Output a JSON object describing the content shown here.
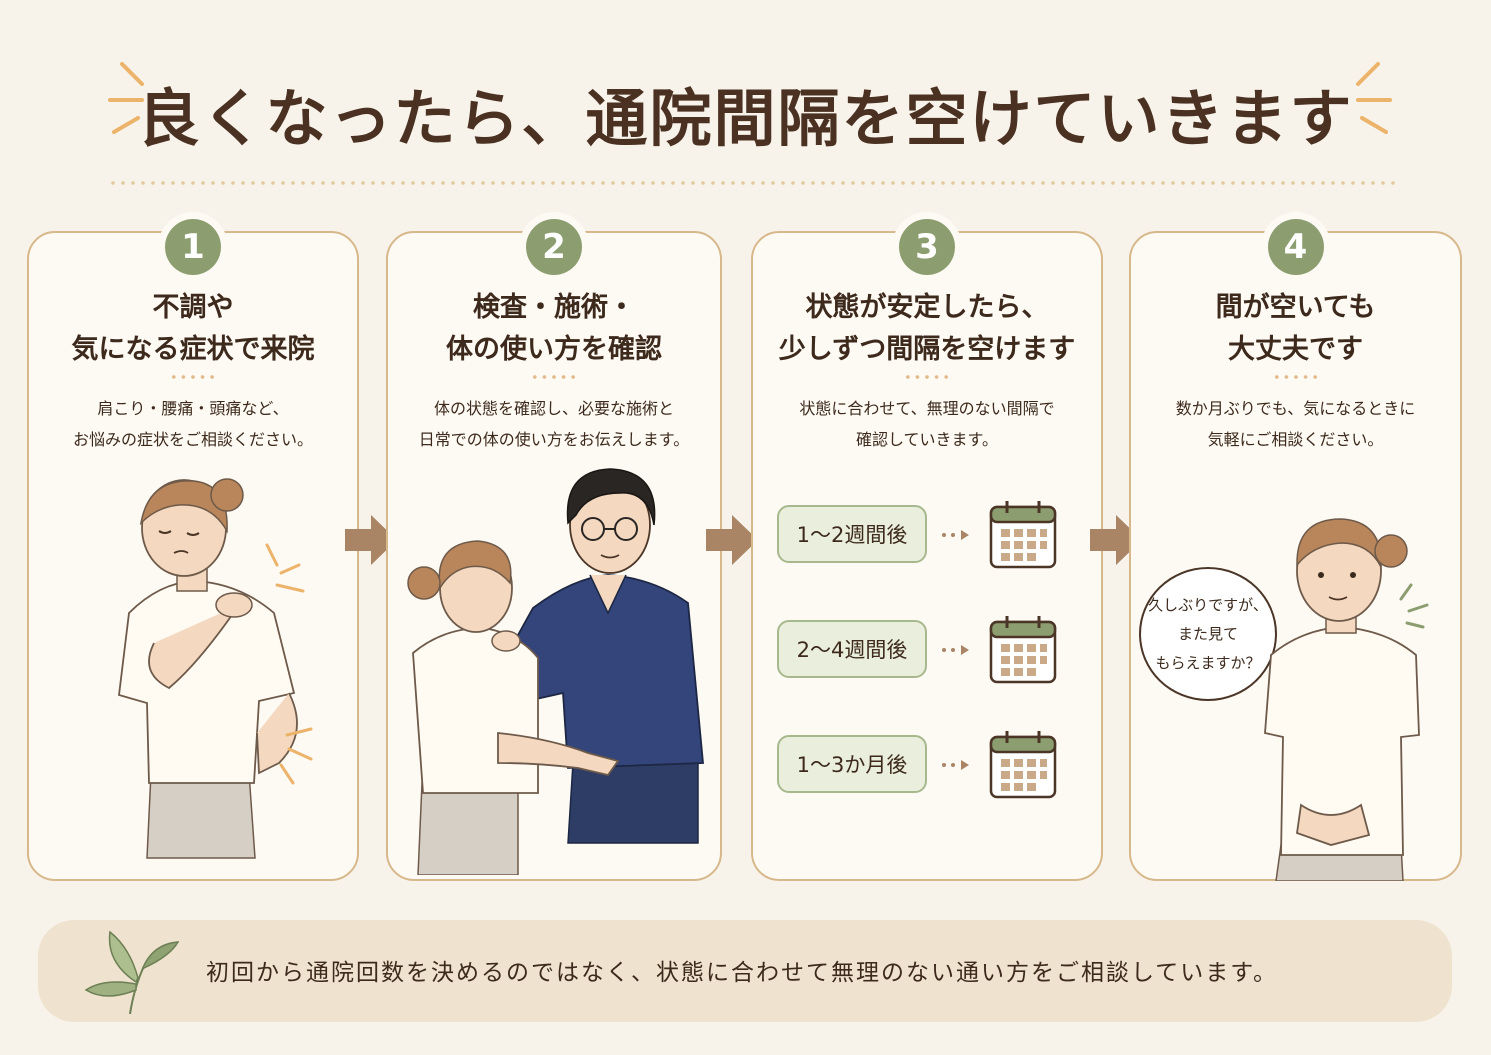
{
  "title": "良くなったら、通院間隔を空けていきます",
  "steps": [
    {
      "number": "1",
      "title_lines": [
        "不調や",
        "気になる症状で来院"
      ],
      "desc_lines": [
        "肩こり・腰痛・頭痛など、",
        "お悩みの症状をご相談ください。"
      ]
    },
    {
      "number": "2",
      "title_lines": [
        "検査・施術・",
        "体の使い方を確認"
      ],
      "desc_lines": [
        "体の状態を確認し、必要な施術と",
        "日常での体の使い方をお伝えします。"
      ]
    },
    {
      "number": "3",
      "title_lines": [
        "状態が安定したら、",
        "少しずつ間隔を空けます"
      ],
      "desc_lines": [
        "状態に合わせて、無理のない間隔で",
        "確認していきます。"
      ],
      "intervals": [
        "1～2週間後",
        "2～4週間後",
        "1～3か月後"
      ]
    },
    {
      "number": "4",
      "title_lines": [
        "間が空いても",
        "大丈夫です"
      ],
      "desc_lines": [
        "数か月ぶりでも、気になるときに",
        "気軽にご相談ください。"
      ],
      "speech_lines": [
        "久しぶりですが、",
        "また見て",
        "もらえますか？"
      ]
    }
  ],
  "footer": {
    "text": "初回から通院回数を決めるのではなく、状態に合わせて無理のない通い方をご相談しています。"
  },
  "colors": {
    "badge": "#8c9e70",
    "card_border": "#d7b88b",
    "arrow": "#a98465",
    "background": "#f8f3ea",
    "footer_bg": "#efe3cf"
  }
}
